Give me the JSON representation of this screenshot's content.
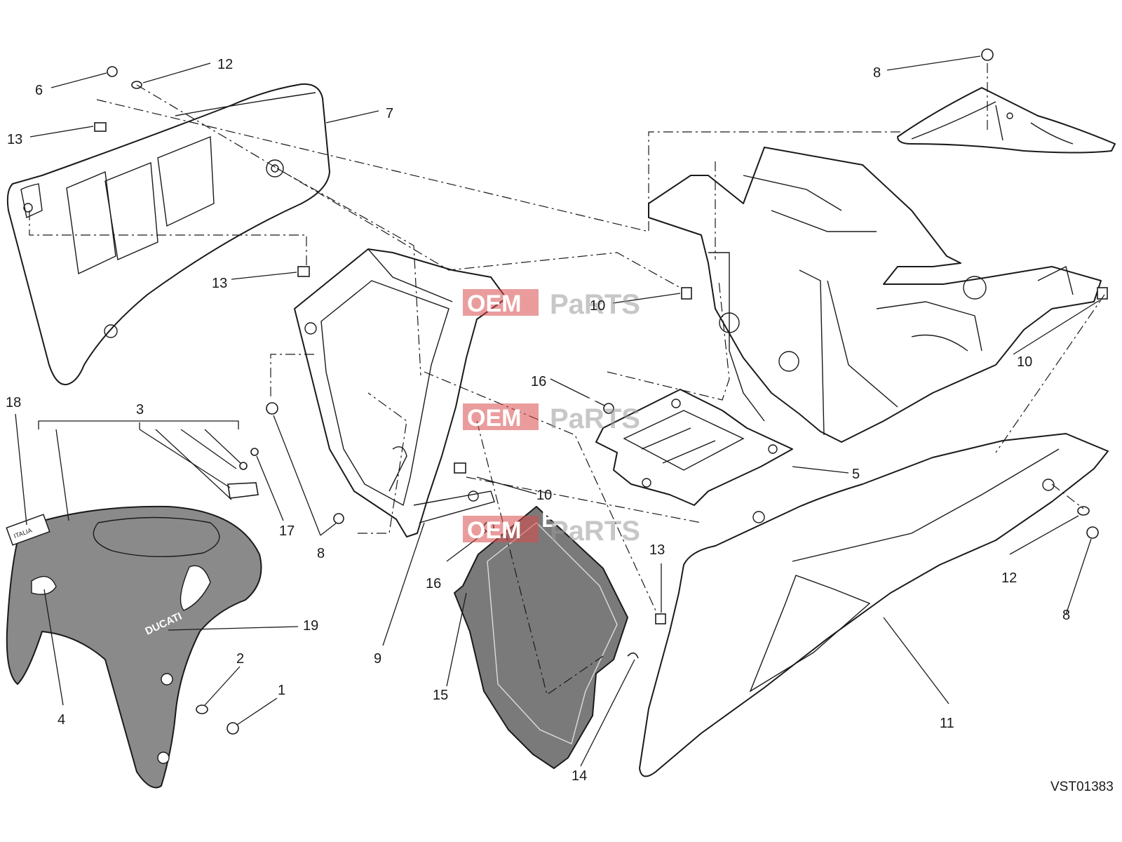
{
  "callouts": [
    {
      "id": "c6",
      "label": "6"
    },
    {
      "id": "c12a",
      "label": "12"
    },
    {
      "id": "c7",
      "label": "7"
    },
    {
      "id": "c13a",
      "label": "13"
    },
    {
      "id": "c13b",
      "label": "13"
    },
    {
      "id": "c8a",
      "label": "8"
    },
    {
      "id": "c10a",
      "label": "10"
    },
    {
      "id": "c10b",
      "label": "10"
    },
    {
      "id": "c10c",
      "label": "10"
    },
    {
      "id": "c16a",
      "label": "16"
    },
    {
      "id": "c16b",
      "label": "16"
    },
    {
      "id": "c5",
      "label": "5"
    },
    {
      "id": "c18",
      "label": "18"
    },
    {
      "id": "c3",
      "label": "3"
    },
    {
      "id": "c17",
      "label": "17"
    },
    {
      "id": "c8b",
      "label": "8"
    },
    {
      "id": "c8c",
      "label": "8"
    },
    {
      "id": "c19",
      "label": "19"
    },
    {
      "id": "c2",
      "label": "2"
    },
    {
      "id": "c1",
      "label": "1"
    },
    {
      "id": "c4",
      "label": "4"
    },
    {
      "id": "c9",
      "label": "9"
    },
    {
      "id": "c15",
      "label": "15"
    },
    {
      "id": "c14",
      "label": "14"
    },
    {
      "id": "c13c",
      "label": "13"
    },
    {
      "id": "c12b",
      "label": "12"
    },
    {
      "id": "c11",
      "label": "11"
    }
  ],
  "drawing_code": "VST01383",
  "watermark": {
    "left": "OEM",
    "small": "BIKE",
    "right": "PaRTS"
  },
  "colors": {
    "line": "#1a1a1a",
    "fill_grey": "#8a8a8a",
    "watermark_red": "#d84a4a"
  }
}
